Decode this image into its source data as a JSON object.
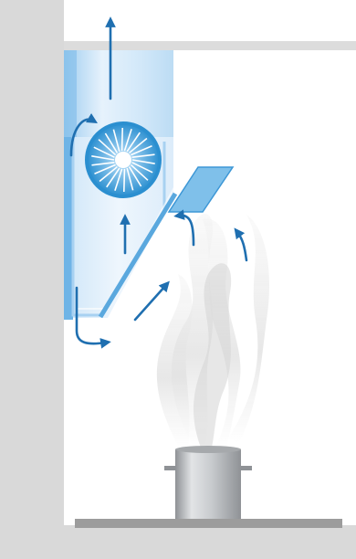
{
  "diagram": {
    "kind": "range-hood-airflow-illustration",
    "labels": [],
    "colors": {
      "wall": "#d9d9d9",
      "page_background": "#ffffff",
      "hood_light": "#e3f0fb",
      "hood_mid": "#a9d2f1",
      "hood_edge": "#4ea4dc",
      "fan": "#2b8fd0",
      "arrow": "#1f6fb0",
      "smoke": "#e6e6e6",
      "pot": "#b9bcbf",
      "countertop": "#9c9c9c"
    },
    "elements": {
      "wall": "wall",
      "ceiling": "ceiling",
      "duct": "exhaust-duct",
      "hood": "extractor-hood",
      "fan": "ventilation-fan",
      "flap": "capture-flap",
      "smoke": "cooking-steam",
      "pot": "cooking-pot",
      "countertop": "countertop"
    },
    "arrows": [
      {
        "name": "exhaust-up",
        "direction": "up"
      },
      {
        "name": "loop-left-top",
        "direction": "curved-left"
      },
      {
        "name": "inside-duct-up",
        "direction": "up"
      },
      {
        "name": "bottom-right",
        "direction": "curved-right"
      },
      {
        "name": "intake-diagonal",
        "direction": "up-right"
      },
      {
        "name": "flap-inflow",
        "direction": "curved-left"
      },
      {
        "name": "smoke-rising",
        "direction": "curved-up"
      }
    ]
  }
}
